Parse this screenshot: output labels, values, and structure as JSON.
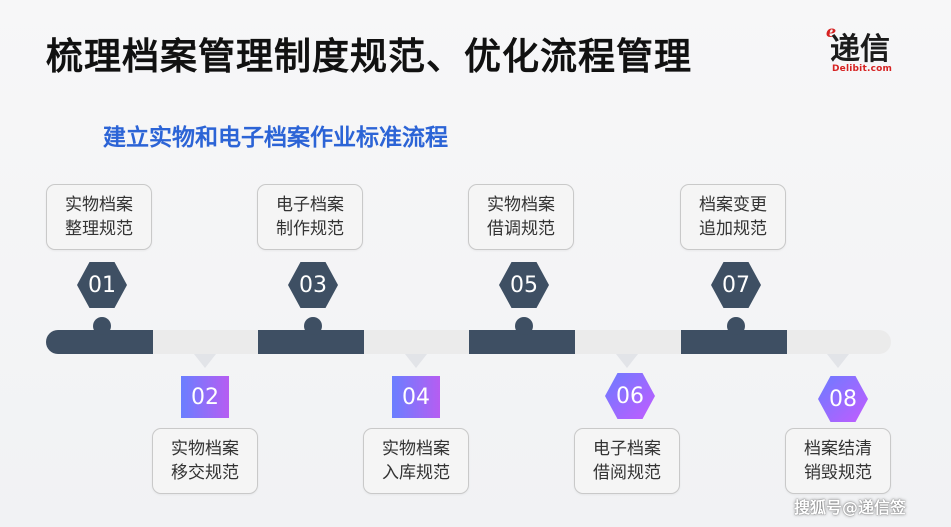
{
  "header": {
    "title": "梳理档案管理制度规范、优化流程管理",
    "subtitle": "建立实物和电子档案作业标准流程"
  },
  "logo": {
    "mark": "递信",
    "e": "e",
    "sub": "Delibit.com"
  },
  "steps": [
    {
      "num": "01",
      "label": "实物档案整理规范"
    },
    {
      "num": "02",
      "label": "实物档案移交规范"
    },
    {
      "num": "03",
      "label": "电子档案制作规范"
    },
    {
      "num": "04",
      "label": "实物档案入库规范"
    },
    {
      "num": "05",
      "label": "实物档案借调规范"
    },
    {
      "num": "06",
      "label": "电子档案借阅规范"
    },
    {
      "num": "07",
      "label": "档案变更追加规范"
    },
    {
      "num": "08",
      "label": "档案结清销毁规范"
    }
  ],
  "watermark": "搜狐号@递信签",
  "colors": {
    "title": "#111111",
    "subtitle": "#2c64d6",
    "dark_step": "#3e4f63",
    "accent_gradient_start": "#6b7cff",
    "accent_gradient_end": "#c35bff",
    "logo_red": "#d62222"
  }
}
